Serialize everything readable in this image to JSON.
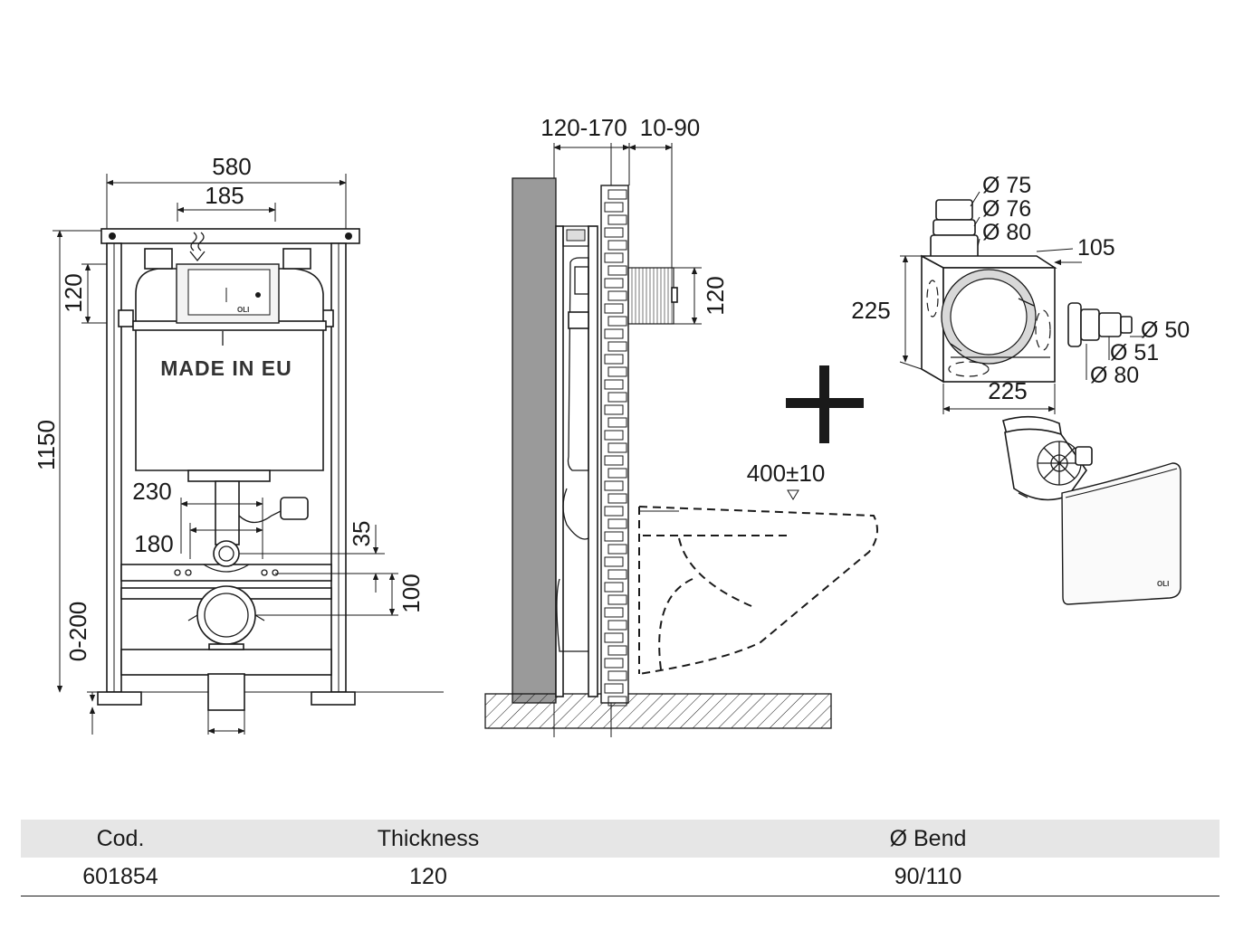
{
  "front_view": {
    "width_total": "580",
    "width_inner": "185",
    "height_total": "1150",
    "height_top": "120",
    "adjust_range": "0-200",
    "spacing_230": "230",
    "spacing_180": "180",
    "offset_35": "35",
    "offset_100": "100",
    "cistern_stamp": "MADE  IN  EU",
    "brand_mark": "OLI"
  },
  "side_view": {
    "depth_range": "120-170",
    "wall_range": "10-90",
    "pipe_height": "120",
    "bowl_height": "400±10"
  },
  "accessory": {
    "plus_sign": "+",
    "dia_75": "Ø 75",
    "dia_76": "Ø 76",
    "dia_80_top": "Ø 80",
    "depth_105": "105",
    "height_225": "225",
    "width_225": "225",
    "dia_50": "Ø 50",
    "dia_51": "Ø 51",
    "dia_80_side": "Ø 80",
    "panel_brand": "OLI"
  },
  "table": {
    "headers": [
      "Cod.",
      "Thickness",
      "Ø Bend"
    ],
    "row": [
      "601854",
      "120",
      "90/110"
    ]
  }
}
